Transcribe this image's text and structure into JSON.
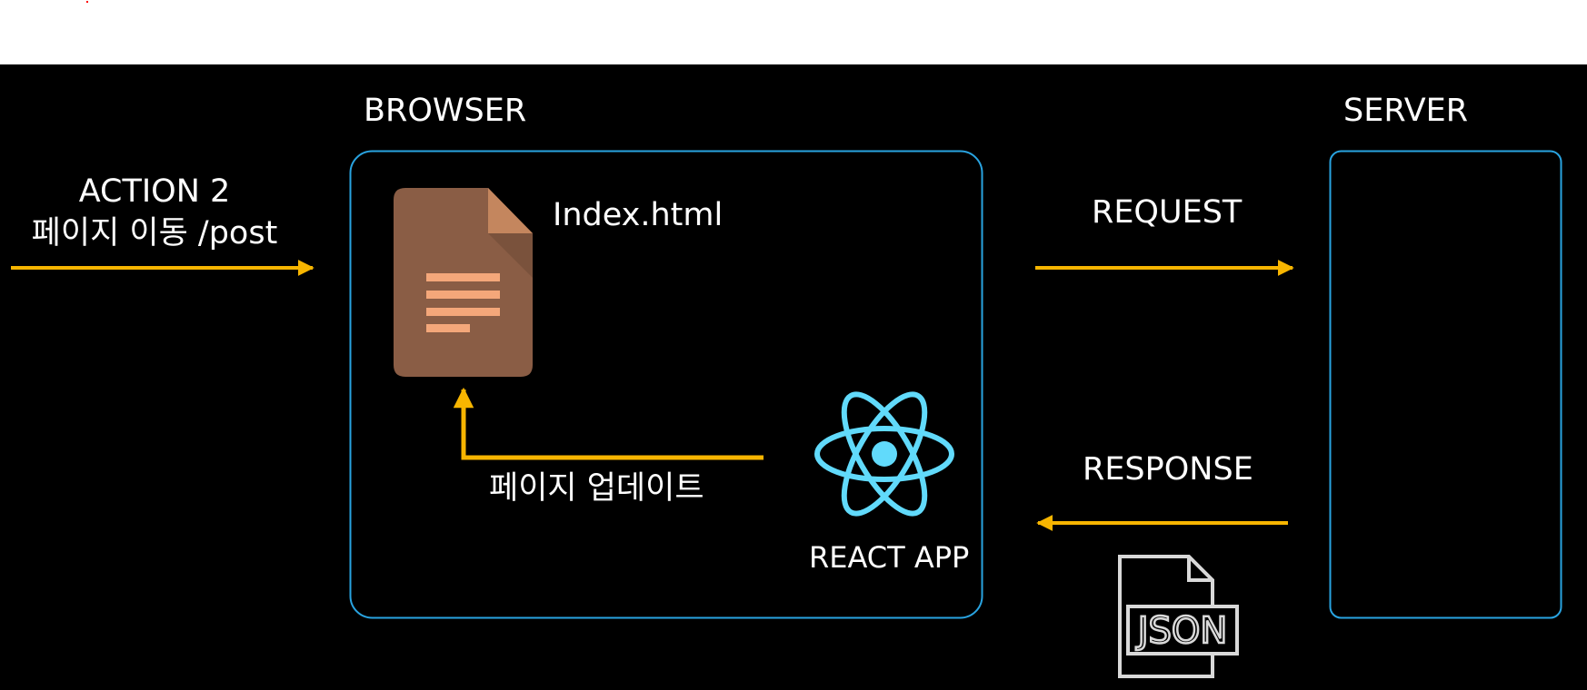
{
  "diagram": {
    "action_line1": "ACTION 2",
    "action_line2": "페이지 이동 /post",
    "browser_title": "BROWSER",
    "server_title": "SERVER",
    "file_label": "Index.html",
    "request_label": "REQUEST",
    "response_label": "RESPONSE",
    "update_label": "페이지 업데이트",
    "react_label": "REACT APP",
    "json_label": "JSON"
  },
  "colors": {
    "background": "#000000",
    "box_border": "#29a3e0",
    "arrow": "#f7b500",
    "react": "#61dafb",
    "doc_body": "#8a5d45",
    "doc_fold": "#c4865e",
    "doc_lines": "#f4a77a",
    "json_icon": "#d9d9d9"
  },
  "icons": {
    "document": "document-icon",
    "react": "react-logo-icon",
    "json": "json-file-icon"
  }
}
